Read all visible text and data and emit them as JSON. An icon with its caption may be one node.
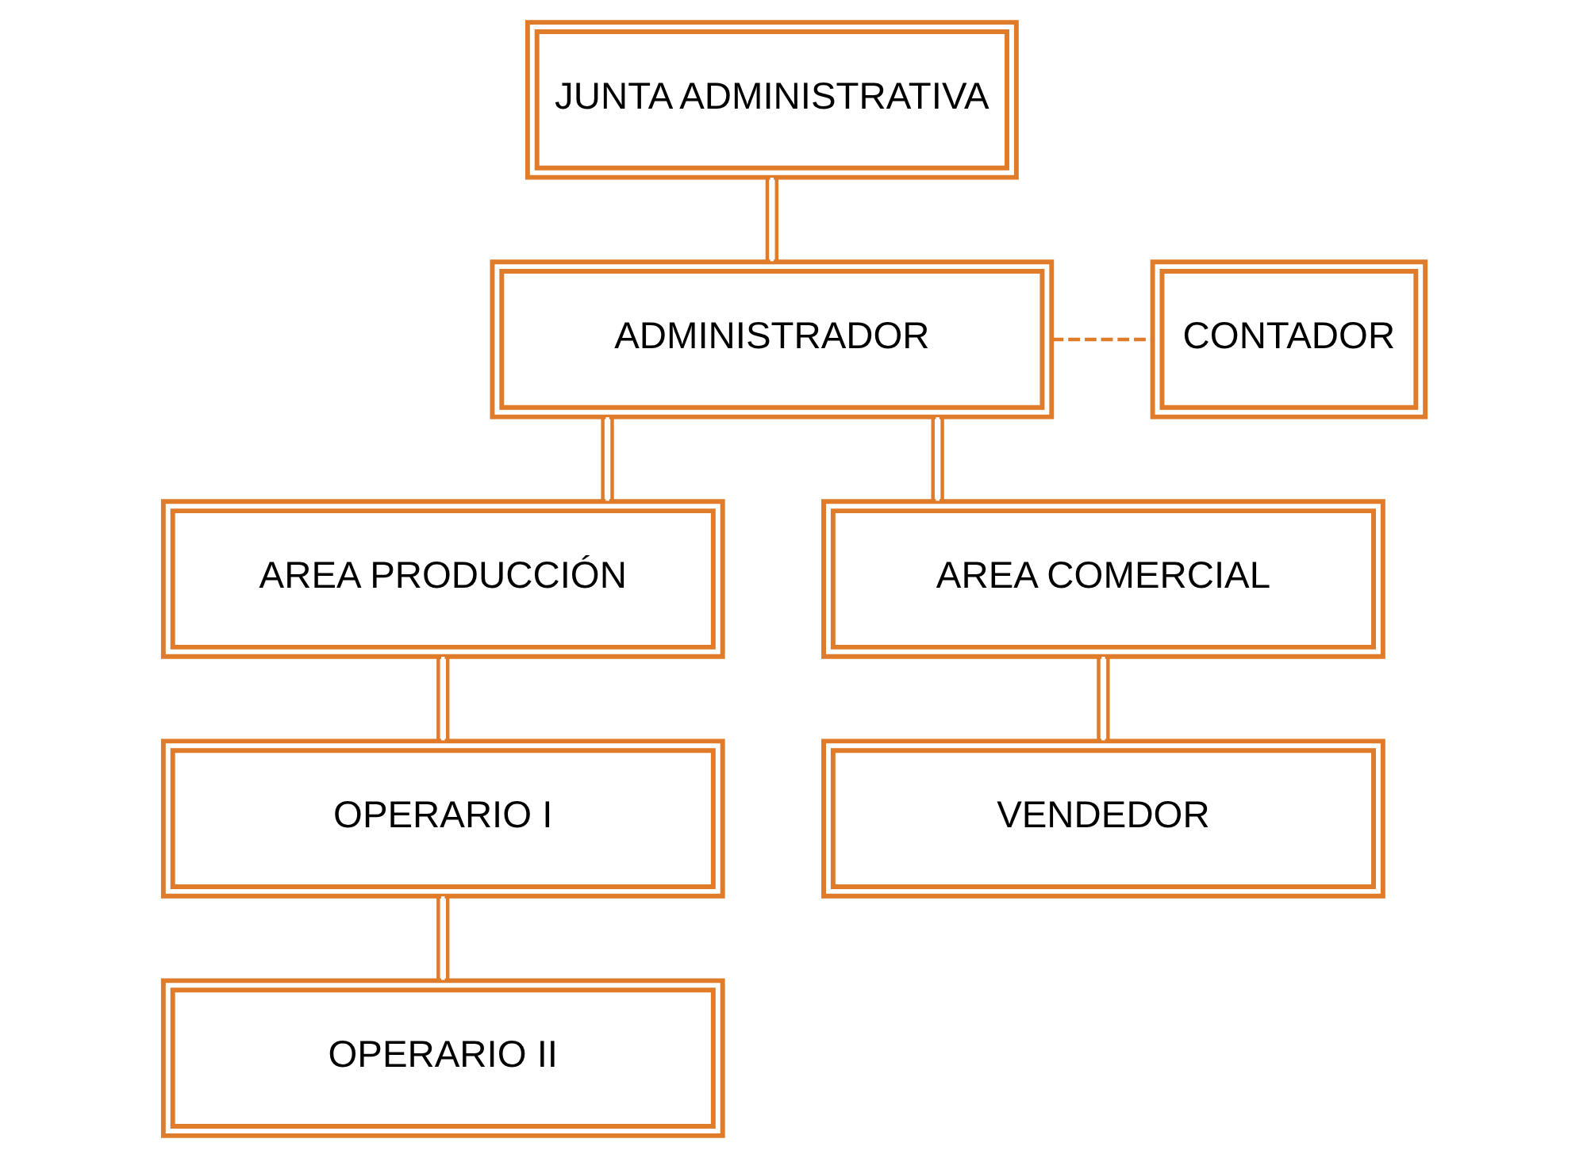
{
  "diagram": {
    "nodes": [
      {
        "text": [
          "JUNTA ADMINISTRATIVA"
        ]
      },
      {
        "text": [
          "CONTADOR"
        ]
      },
      {
        "text": [
          "ADMINISTRADOR"
        ]
      },
      {
        "text": [
          "AREA PRODUCCIÓN"
        ]
      },
      {
        "text": [
          "AREA COMERCIAL"
        ]
      },
      {
        "text": [
          "OPERARIO I"
        ]
      },
      {
        "text": [
          "VENDEDOR"
        ]
      },
      {
        "text": [
          "OPERARIO II"
        ]
      }
    ],
    "edges": [
      {
        "from": 0,
        "to": 2,
        "arrow": "none"
      },
      {
        "from": 2,
        "to": 1,
        "arrow": "none",
        "style": "dashed"
      },
      {
        "from": 2,
        "to": 3,
        "arrow": "none"
      },
      {
        "from": 2,
        "to": 4,
        "arrow": "none"
      },
      {
        "from": 3,
        "to": 5,
        "arrow": "none"
      },
      {
        "from": 4,
        "to": 6,
        "arrow": "none"
      },
      {
        "from": 5,
        "to": 7,
        "arrow": "none"
      }
    ]
  }
}
